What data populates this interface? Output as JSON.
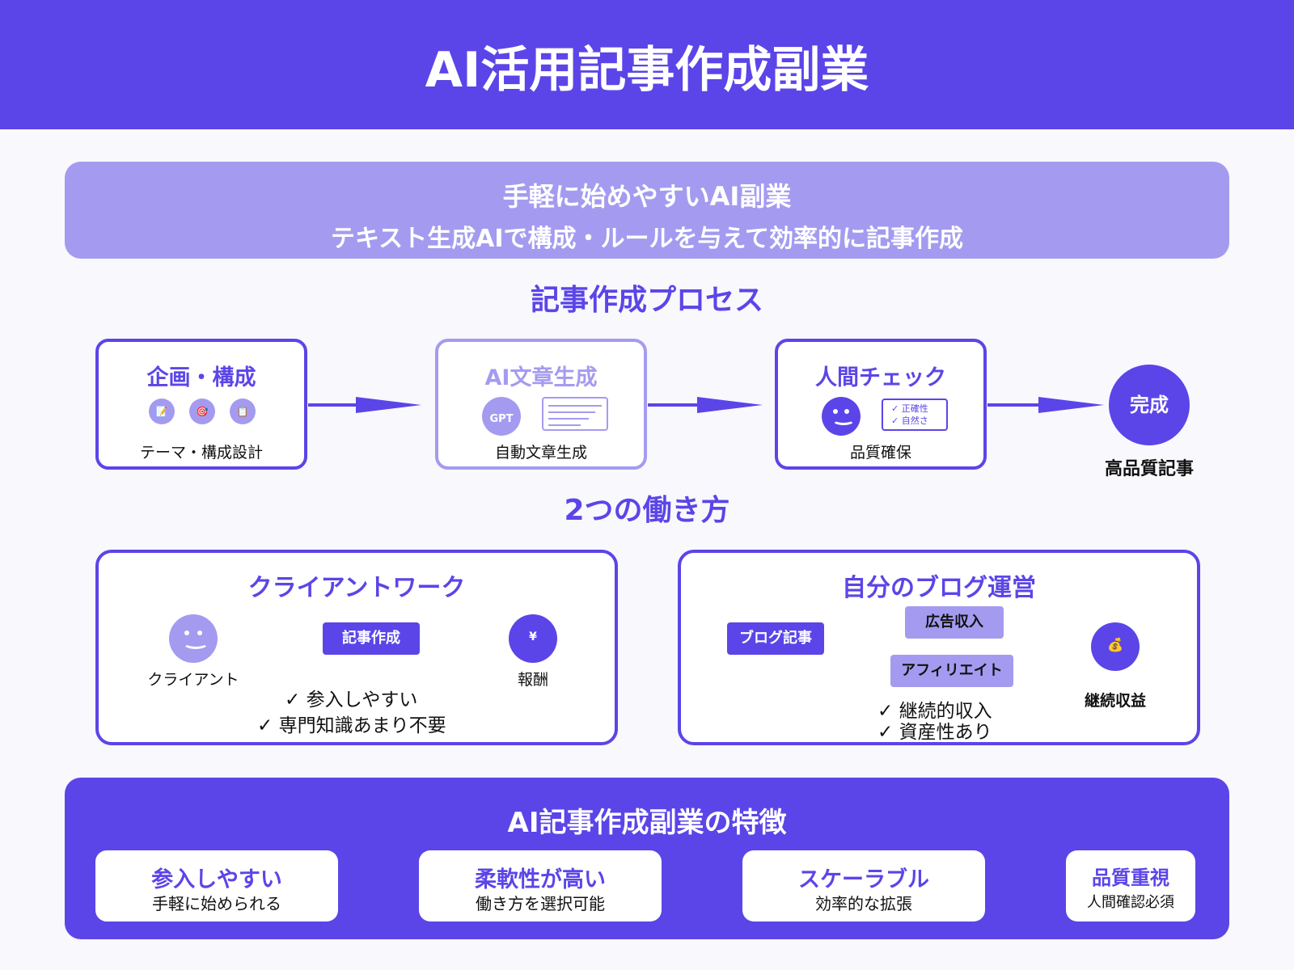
{
  "header": {
    "title": "AI活用記事作成副業"
  },
  "intro": {
    "line1": "手軽に始めやすいAI副業",
    "line2": "テキスト生成AIで構成・ルールを与えて効率的に記事作成"
  },
  "process": {
    "title": "記事作成プロセス",
    "steps": [
      {
        "title": "企画・構成",
        "label": "テーマ・構成設計",
        "icons": [
          "📝",
          "🎯",
          "📋"
        ]
      },
      {
        "title": "AI文章生成",
        "label": "自動文章生成",
        "icon_text": "GPT"
      },
      {
        "title": "人間チェック",
        "label": "品質確保",
        "checks": [
          "✓ 正確性",
          "✓ 自然さ"
        ]
      }
    ],
    "done": {
      "circle": "完成",
      "label": "高品質記事"
    }
  },
  "styles_section": {
    "title": "2つの働き方",
    "client": {
      "title": "クライアントワーク",
      "client_label": "クライアント",
      "task_tag": "記事作成",
      "reward_icon": "¥",
      "reward_label": "報酬",
      "checks": [
        "✓ 参入しやすい",
        "✓ 専門知識あまり不要"
      ]
    },
    "blog": {
      "title": "自分のブログ運営",
      "article_tag": "ブログ記事",
      "income_tags": [
        "広告収入",
        "アフィリエイト"
      ],
      "result_icon": "💰",
      "result_label": "継続収益",
      "checks": [
        "✓ 継続的収入",
        "✓ 資産性あり"
      ]
    }
  },
  "features": {
    "title": "AI記事作成副業の特徴",
    "items": [
      {
        "heading": "参入しやすい",
        "sub": "手軽に始められる"
      },
      {
        "heading": "柔軟性が高い",
        "sub": "働き方を選択可能"
      },
      {
        "heading": "スケーラブル",
        "sub": "効率的な拡張"
      },
      {
        "heading": "品質重視",
        "sub": "人間確認必須"
      }
    ]
  },
  "colors": {
    "primary": "#5b45e8",
    "light": "#a49bf0",
    "background": "#f8f8fd",
    "text": "#111111"
  }
}
